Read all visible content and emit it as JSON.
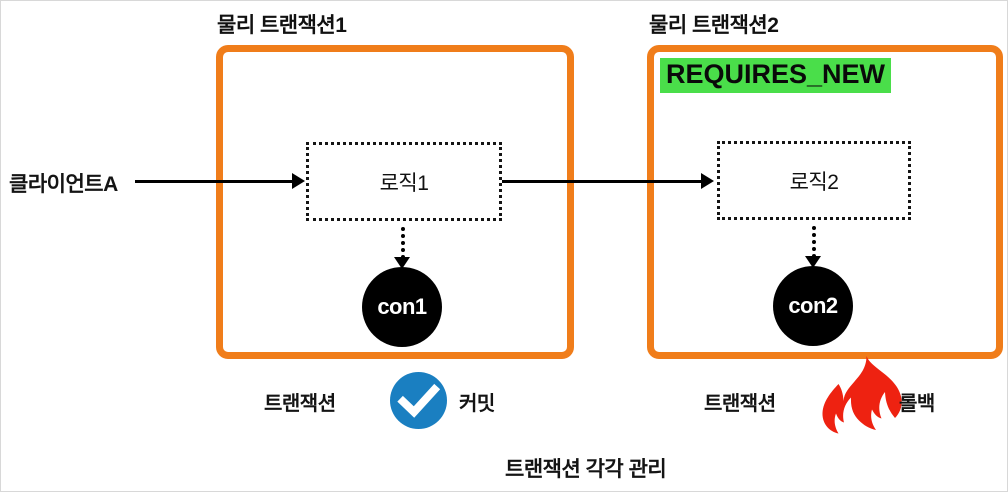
{
  "diagram": {
    "bottom_caption": "트랜잭션 각각 관리",
    "client": {
      "label": "클라이언트A"
    },
    "transactions": [
      {
        "title": "물리 트랜잭션1",
        "logic_label": "로직1",
        "connection_label": "con1",
        "outcome_prefix": "트랜잭션",
        "outcome_label": "커밋",
        "outcome_icon": "check-circle-icon",
        "outcome_color": "#1a7fc1",
        "propagation": null
      },
      {
        "title": "물리 트랜잭션2",
        "logic_label": "로직2",
        "connection_label": "con2",
        "outcome_prefix": "트랜잭션",
        "outcome_label": "롤백",
        "outcome_icon": "flame-icon",
        "outcome_color": "#ee2211",
        "propagation": "REQUIRES_NEW"
      }
    ],
    "colors": {
      "transaction_border": "#f07d1a",
      "highlight_background": "#4ade4a",
      "commit_blue": "#1a7fc1",
      "rollback_red": "#ee2211",
      "connection_fill": "#000000"
    }
  }
}
